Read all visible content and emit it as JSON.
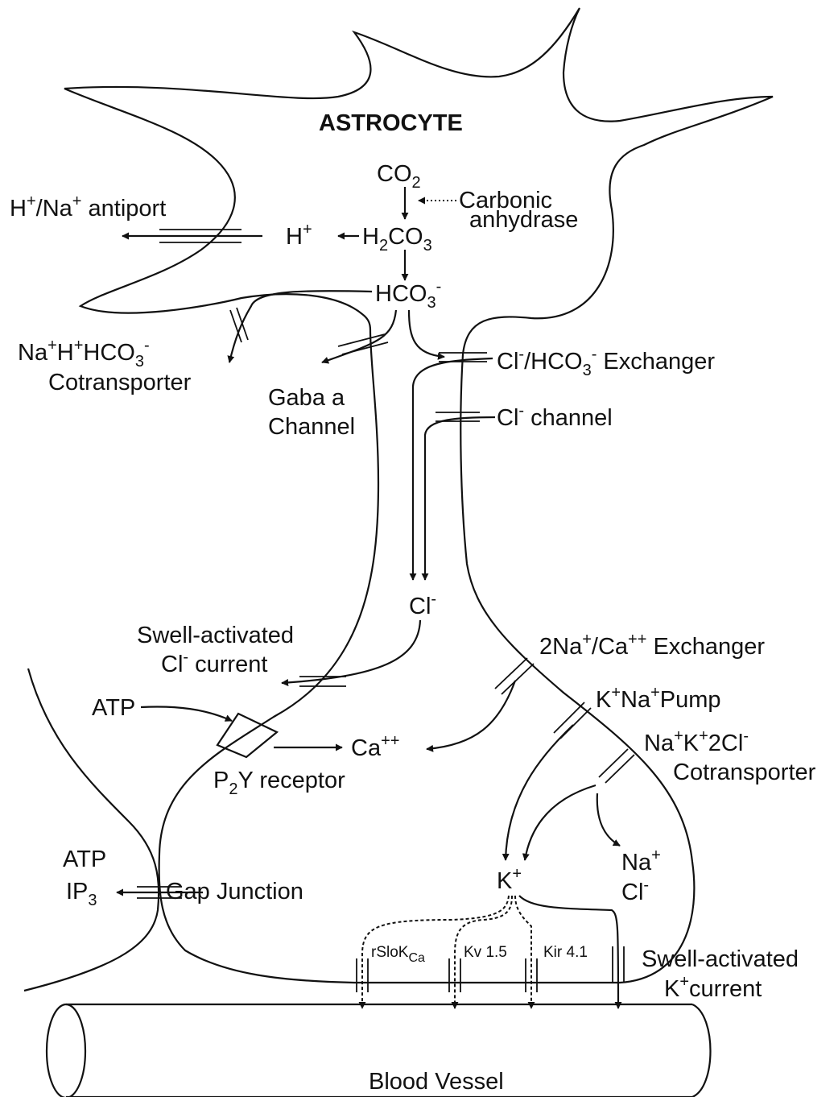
{
  "astrocyte": "ASTROCYTE",
  "co2": {
    "base": "CO",
    "sub": "2"
  },
  "carbonic_anhydrase": [
    "Carbonic",
    "anhydrase"
  ],
  "h_plus": {
    "base": "H",
    "sup": "+"
  },
  "h2co3": {
    "a": "H",
    "s1": "2",
    "b": "CO",
    "s2": "3"
  },
  "hco3": {
    "a": "HCO",
    "s": "3",
    "sup": "-"
  },
  "antiport": {
    "a": "H",
    "p1": "+",
    "b": "/Na",
    "p2": "+",
    "c": " antiport"
  },
  "cotransporter1": {
    "na": "Na",
    "p1": "+",
    "h": "H",
    "p2": "+",
    "hco": "HCO",
    "s": "3",
    "p3": "-",
    "line2": "Cotransporter"
  },
  "gaba": [
    "Gaba a",
    "Channel"
  ],
  "exchanger": {
    "cl": "Cl",
    "p1": "-",
    "hco": "/HCO",
    "s": "3",
    "p2": "-",
    "rest": " Exchanger"
  },
  "cl_channel": {
    "cl": "Cl",
    "p": "-",
    "rest": " channel"
  },
  "cl_ion": {
    "cl": "Cl",
    "p": "-"
  },
  "swell_cl": {
    "line1": "Swell-activated",
    "cl": "Cl",
    "p": "-",
    "rest": " current"
  },
  "na_ca": {
    "a": "2Na",
    "p1": "+",
    "b": "/Ca",
    "p2": "++",
    "c": " Exchanger"
  },
  "pump": {
    "a": "K",
    "p1": "+",
    "b": "Na",
    "p2": "+",
    "c": "Pump"
  },
  "nak2cl": {
    "a": "Na",
    "p1": "+",
    "b": "K",
    "p2": "+",
    "c": "2Cl",
    "p3": "-",
    "line2": "Cotransporter"
  },
  "atp": "ATP",
  "ca": {
    "a": "Ca",
    "p": "++"
  },
  "p2y": {
    "a": "P",
    "s": "2",
    "b": "Y receptor"
  },
  "k_ion": {
    "a": "K",
    "p": "+"
  },
  "na_cl_out": {
    "na": "Na",
    "p1": "+",
    "cl": "Cl",
    "p2": "-"
  },
  "atp_ip3": {
    "atp": "ATP",
    "ip": "IP",
    "s": "3"
  },
  "gap_junction": "Gap Junction",
  "channels": {
    "rslo": {
      "a": "rSloK",
      "s": "Ca"
    },
    "kv": "Kv 1.5",
    "kir": "Kir 4.1"
  },
  "swell_k": {
    "line1": "Swell-activated",
    "k": "K",
    "p": "+",
    "rest": "current"
  },
  "blood_vessel": "Blood Vessel"
}
